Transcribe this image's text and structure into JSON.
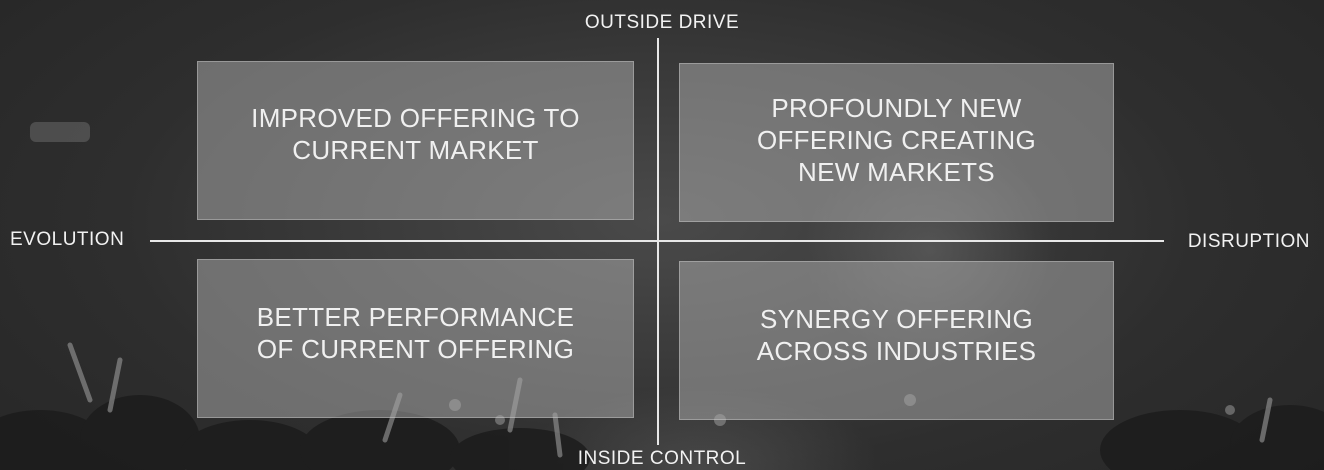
{
  "axes": {
    "top": "OUTSIDE DRIVE",
    "bottom": "INSIDE CONTROL",
    "left": "EVOLUTION",
    "right": "DISRUPTION"
  },
  "quadrants": [
    {
      "text": "IMPROVED OFFERING TO\nCURRENT MARKET"
    },
    {
      "text": "PROFOUNDLY NEW\nOFFERING CREATING\nNEW MARKETS"
    },
    {
      "text": "BETTER PERFORMANCE\nOF CURRENT OFFERING"
    },
    {
      "text": "SYNERGY OFFERING\nACROSS INDUSTRIES"
    }
  ],
  "colors": {
    "background": "#3a3a3a",
    "axis": "#e8e8e8",
    "box": "#aaaaaa",
    "text": "#f0f0f0"
  }
}
